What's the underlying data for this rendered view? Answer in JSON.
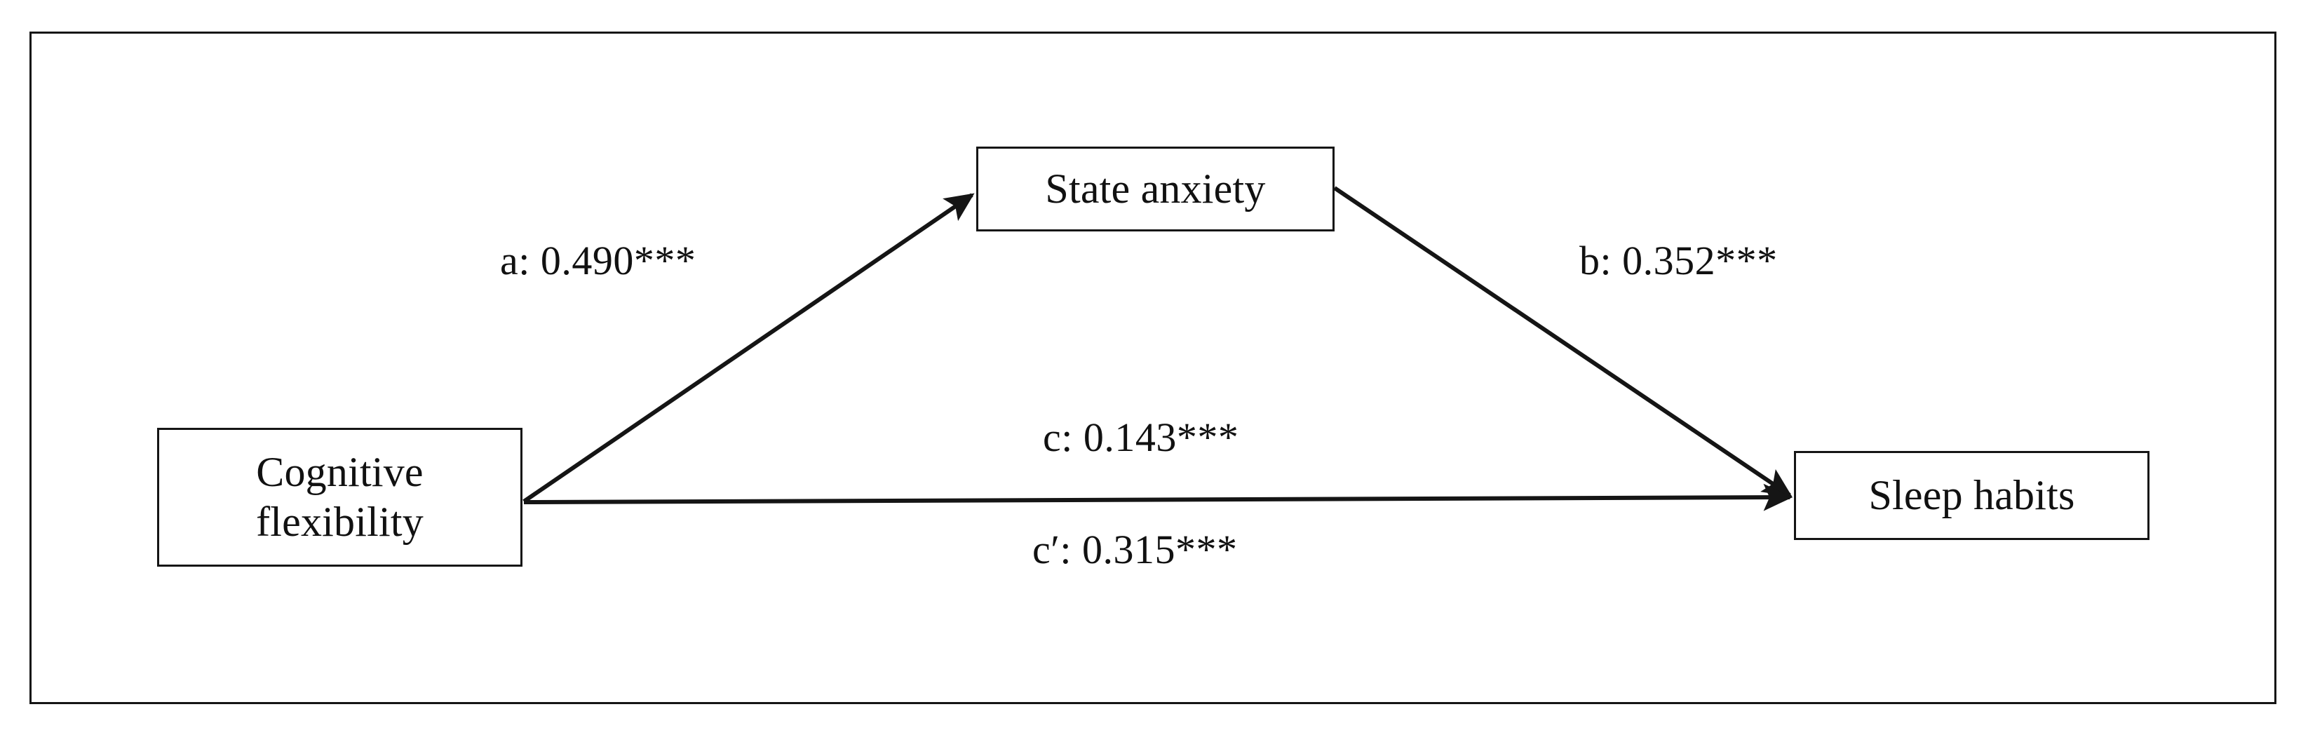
{
  "figure": {
    "type": "mediation-path-diagram",
    "background_color": "#ffffff",
    "line_color": "#151515",
    "text_color": "#111111"
  },
  "nodes": [
    {
      "id": "cognitive-flexibility",
      "label": "Cognitive\nflexibility",
      "role": "predictor"
    },
    {
      "id": "state-anxiety",
      "label": "State anxiety",
      "role": "mediator"
    },
    {
      "id": "sleep-habits",
      "label": "Sleep habits",
      "role": "outcome"
    }
  ],
  "paths": [
    {
      "id": "a",
      "label": "a: 0.490***",
      "coefficient": 0.49,
      "significance": "***",
      "from": "cognitive-flexibility",
      "to": "state-anxiety"
    },
    {
      "id": "b",
      "label": "b: 0.352***",
      "coefficient": 0.352,
      "significance": "***",
      "from": "state-anxiety",
      "to": "sleep-habits"
    },
    {
      "id": "c",
      "label": "c: 0.143***",
      "coefficient": 0.143,
      "significance": "***",
      "from": "cognitive-flexibility",
      "to": "sleep-habits"
    },
    {
      "id": "c-prime",
      "label": "c′: 0.315***",
      "coefficient": 0.315,
      "significance": "***",
      "from": "cognitive-flexibility",
      "to": "sleep-habits"
    }
  ],
  "chart_data": {
    "type": "diagram",
    "title": "",
    "categories": [
      "a",
      "b",
      "c",
      "c′"
    ],
    "values": [
      0.49,
      0.352,
      0.143,
      0.315
    ],
    "labels": [
      "a: 0.490***",
      "b: 0.352***",
      "c: 0.143***",
      "c′: 0.315***"
    ],
    "nodes": [
      "Cognitive flexibility",
      "State anxiety",
      "Sleep habits"
    ],
    "edges": [
      {
        "from": "Cognitive flexibility",
        "to": "State anxiety",
        "label": "a: 0.490***",
        "value": 0.49
      },
      {
        "from": "State anxiety",
        "to": "Sleep habits",
        "label": "b: 0.352***",
        "value": 0.352
      },
      {
        "from": "Cognitive flexibility",
        "to": "Sleep habits",
        "label": "c: 0.143***",
        "value": 0.143
      },
      {
        "from": "Cognitive flexibility",
        "to": "Sleep habits",
        "label": "c′: 0.315***",
        "value": 0.315
      }
    ]
  }
}
